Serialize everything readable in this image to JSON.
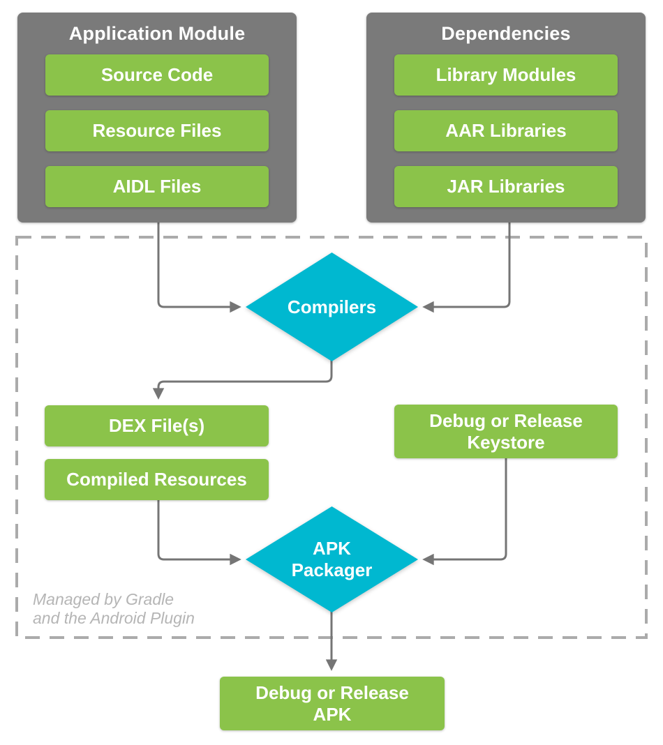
{
  "palette": {
    "node_green": "#8BC34A",
    "diamond_cyan": "#00B8D0",
    "panel_gray": "#7A7A7A",
    "connector_gray": "#757575",
    "dashed_border_gray": "#ABABAB",
    "note_text_gray": "#B5B5B5",
    "label_text": "#FFFFFF"
  },
  "panels": {
    "app_module": {
      "title": "Application Module",
      "items": [
        "Source Code",
        "Resource Files",
        "AIDL Files"
      ]
    },
    "dependencies": {
      "title": "Dependencies",
      "items": [
        "Library Modules",
        "AAR Libraries",
        "JAR Libraries"
      ]
    }
  },
  "build_region": {
    "note": {
      "line1": "Managed by Gradle",
      "line2": "and the Android Plugin"
    },
    "compilers": {
      "label": "Compilers"
    },
    "dex_files": {
      "label": "DEX File(s)"
    },
    "compiled_resources": {
      "label": "Compiled Resources"
    },
    "keystore": {
      "line1": "Debug or Release",
      "line2": "Keystore"
    },
    "apk_packager": {
      "line1": "APK",
      "line2": "Packager"
    }
  },
  "output": {
    "apk": {
      "line1": "Debug or Release",
      "line2": "APK"
    }
  }
}
